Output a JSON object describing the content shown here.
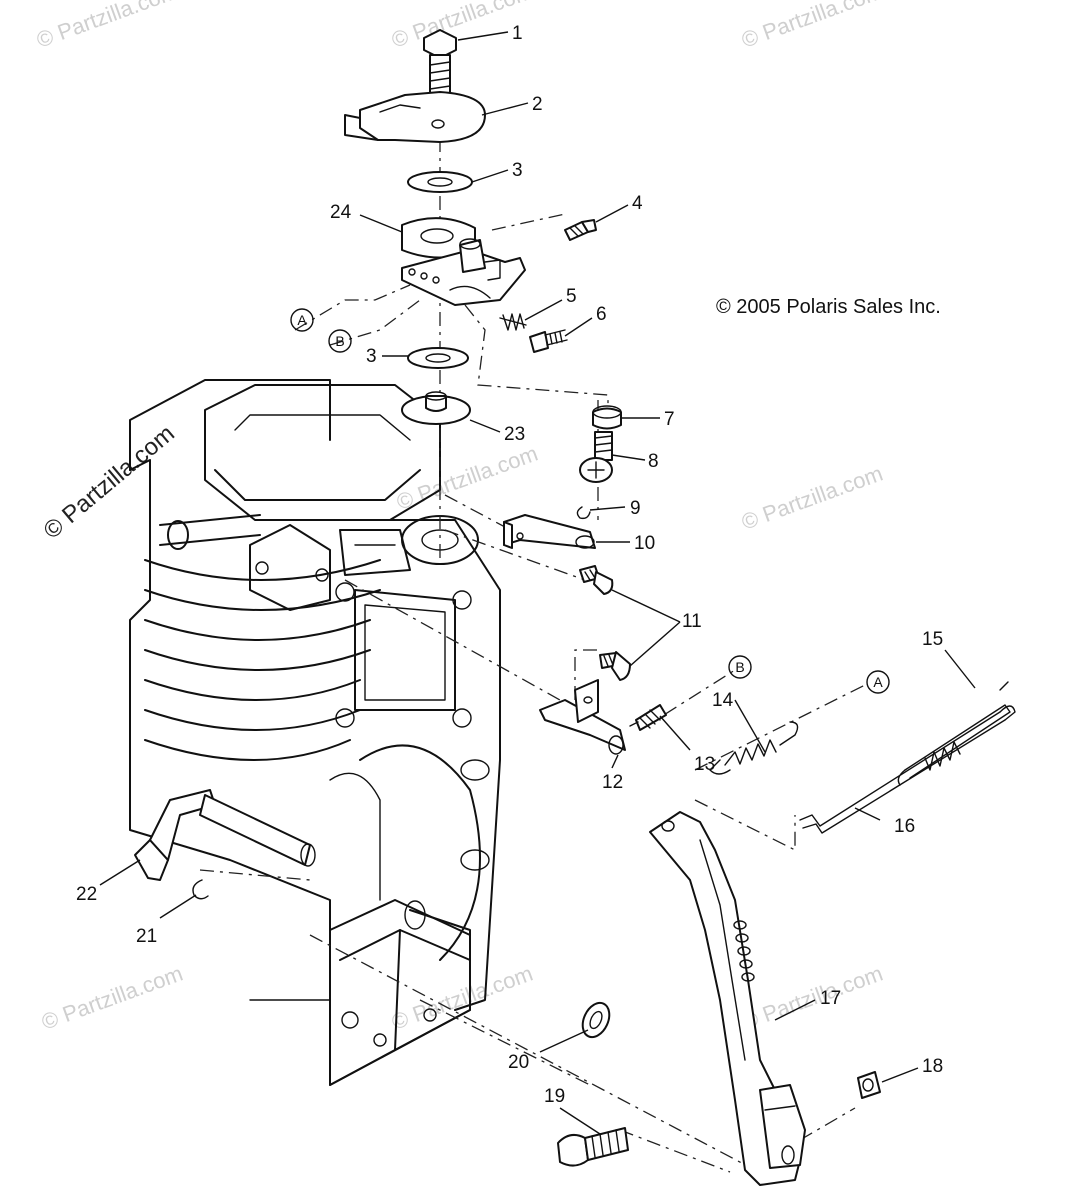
{
  "copyright": "© 2005 Polaris Sales Inc.",
  "watermark": "© Partzilla.com",
  "callouts": {
    "c1": "1",
    "c2": "2",
    "c3a": "3",
    "c3b": "3",
    "c4": "4",
    "c5": "5",
    "c6": "6",
    "c7": "7",
    "c8": "8",
    "c9": "9",
    "c10": "10",
    "c11": "11",
    "c12": "12",
    "c13": "13",
    "c14": "14",
    "c15": "15",
    "c16": "16",
    "c17": "17",
    "c18": "18",
    "c19": "19",
    "c20": "20",
    "c21": "21",
    "c22": "22",
    "c23": "23",
    "c24": "24"
  },
  "refs": {
    "a1": "A",
    "a2": "A",
    "b1": "B",
    "b2": "B"
  }
}
